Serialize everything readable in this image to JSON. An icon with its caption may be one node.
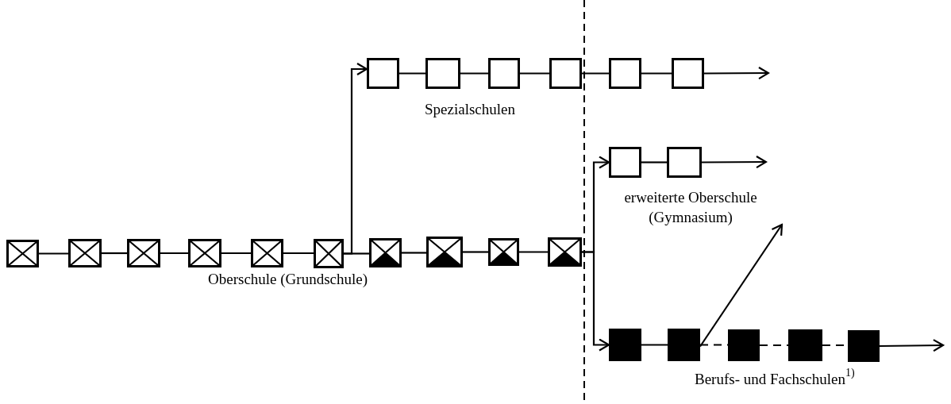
{
  "diagram": {
    "nodes": [
      {
        "text": [],
        "shape": "box"
      },
      {
        "text": [],
        "shape": "box"
      },
      {
        "text": [],
        "shape": "box"
      },
      {
        "text": [],
        "shape": "box"
      },
      {
        "text": [],
        "shape": "box"
      },
      {
        "text": [],
        "shape": "box"
      },
      {
        "text": [],
        "shape": "box"
      },
      {
        "text": [],
        "shape": "box"
      },
      {
        "text": [],
        "shape": "box"
      },
      {
        "text": [],
        "shape": "box"
      },
      {
        "text": [],
        "shape": "box"
      },
      {
        "text": [],
        "shape": "box"
      },
      {
        "text": [],
        "shape": "box"
      },
      {
        "text": [],
        "shape": "box"
      },
      {
        "text": [],
        "shape": "box"
      },
      {
        "text": [],
        "shape": "box"
      },
      {
        "text": [],
        "shape": "box"
      },
      {
        "text": [],
        "shape": "box"
      },
      {
        "text": [],
        "shape": "box"
      },
      {
        "text": [],
        "shape": "box"
      },
      {
        "text": [],
        "shape": "box"
      },
      {
        "text": [],
        "shape": "box"
      },
      {
        "text": [],
        "shape": "box"
      }
    ],
    "edges": [
      {
        "from": 0,
        "to": 1,
        "arrow": "none"
      },
      {
        "from": 1,
        "to": 2,
        "arrow": "none"
      },
      {
        "from": 2,
        "to": 3,
        "arrow": "none"
      },
      {
        "from": 3,
        "to": 4,
        "arrow": "none"
      },
      {
        "from": 4,
        "to": 5,
        "arrow": "none"
      },
      {
        "from": 5,
        "to": null,
        "arrow": "to"
      },
      {
        "from": 6,
        "to": 7,
        "arrow": "none"
      },
      {
        "from": 7,
        "to": null,
        "arrow": "to"
      },
      {
        "from": 8,
        "to": 9,
        "arrow": "none"
      },
      {
        "from": 9,
        "to": 10,
        "arrow": "none"
      },
      {
        "from": 10,
        "to": 11,
        "arrow": "none"
      },
      {
        "from": 11,
        "to": 12,
        "arrow": "none"
      },
      {
        "from": 12,
        "to": 13,
        "arrow": "none"
      },
      {
        "from": 13,
        "to": 14,
        "arrow": "none"
      },
      {
        "from": 14,
        "to": 15,
        "arrow": "none"
      },
      {
        "from": 15,
        "to": 16,
        "arrow": "none"
      },
      {
        "from": 16,
        "to": 17,
        "arrow": "none"
      },
      {
        "from": 13,
        "to": 0,
        "arrow": "to"
      },
      {
        "from": 17,
        "to": 6,
        "arrow": "to"
      },
      {
        "from": 17,
        "to": 18,
        "arrow": "to"
      },
      {
        "from": 18,
        "to": 19,
        "arrow": "none"
      },
      {
        "from": 19,
        "to": 20,
        "arrow": "none",
        "style": "dashed"
      },
      {
        "from": 20,
        "to": 21,
        "arrow": "none",
        "style": "dashed"
      },
      {
        "from": 21,
        "to": 22,
        "arrow": "none",
        "style": "dashed"
      },
      {
        "from": 22,
        "to": null,
        "arrow": "to"
      },
      {
        "from": 19,
        "to": null,
        "arrow": "to"
      }
    ],
    "labels": [
      "Spezialschulen",
      "erweiterte Oberschule (Gymnasium)",
      "Oberschule (Grundschule)",
      "Berufs- und Fachschulen$^{1)}$"
    ]
  }
}
